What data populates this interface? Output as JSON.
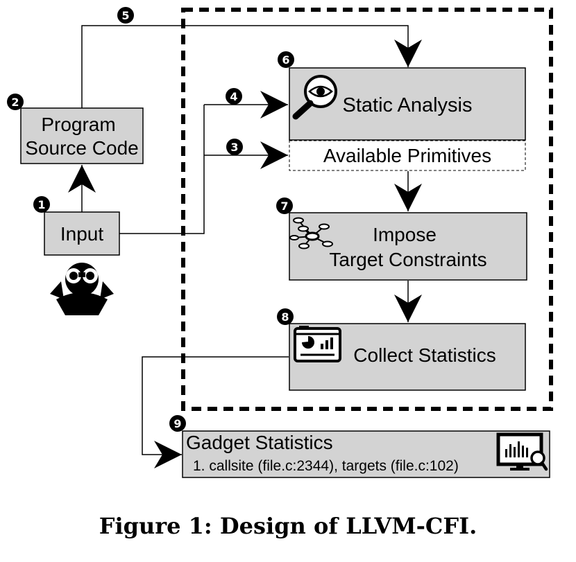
{
  "nodes": {
    "program_source": {
      "badge": "2",
      "line1": "Program",
      "line2": "Source Code"
    },
    "input": {
      "badge": "1",
      "label": "Input"
    },
    "static_analysis": {
      "badge": "6",
      "label": "Static Analysis"
    },
    "available_primitives": {
      "label": "Available Primitives"
    },
    "impose_constraints": {
      "badge": "7",
      "line1": "Impose",
      "line2": "Target Constraints"
    },
    "collect_statistics": {
      "badge": "8",
      "label": "Collect Statistics"
    },
    "gadget_statistics": {
      "badge": "9",
      "title": "Gadget Statistics",
      "detail": "1. callsite (file.c:2344), targets (file.c:102)"
    }
  },
  "edges": {
    "badge_5": "5",
    "badge_4": "4",
    "badge_3": "3"
  },
  "icons": [
    "eye-magnifier-icon",
    "graph-nodes-icon",
    "dashboard-icon",
    "monitor-chart-magnifier-icon",
    "person-binoculars-icon"
  ],
  "colors": {
    "box_fill": "#d3d3d3",
    "stroke": "#000000"
  },
  "caption": {
    "prefix": "Figure 1: Design of ",
    "name": "LLVM-CFI",
    "suffix": "."
  }
}
